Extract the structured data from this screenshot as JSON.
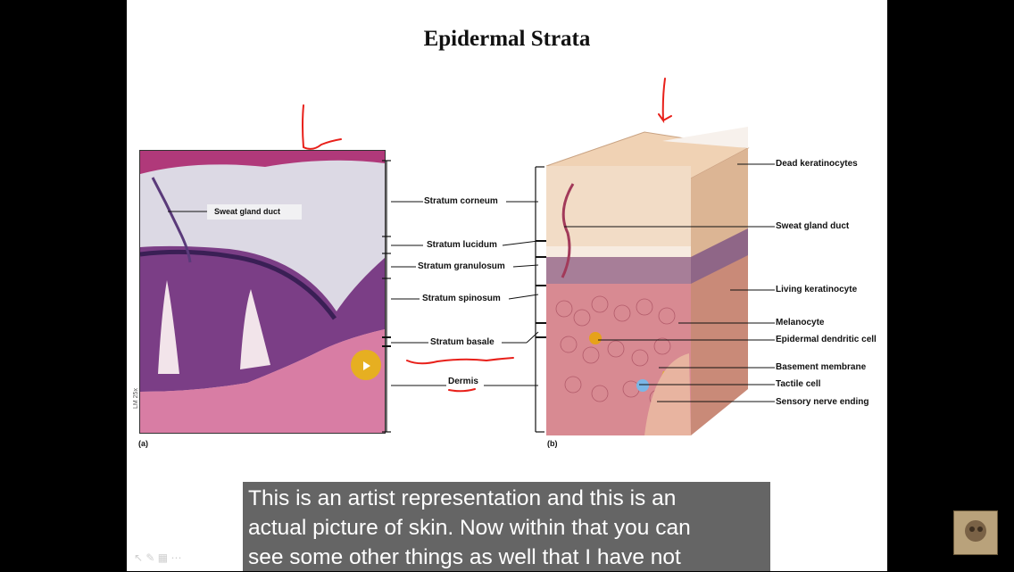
{
  "slide": {
    "title": "Epidermal Strata",
    "panel_a_label": "(a)",
    "panel_b_label": "(b)",
    "micrograph_note": "LM 25x",
    "sweat_gland_label": "Sweat gland duct",
    "strata_labels": [
      "Stratum corneum",
      "Stratum lucidum",
      "Stratum granulosum",
      "Stratum spinosum",
      "Stratum basale",
      "Dermis"
    ],
    "right_labels": [
      "Dead keratinocytes",
      "Sweat gland duct",
      "Living keratinocyte",
      "Melanocyte",
      "Epidermal dendritic cell",
      "Basement membrane",
      "Tactile cell",
      "Sensory nerve ending"
    ]
  },
  "caption": {
    "lines": [
      "This is an artist representation and this is an",
      "actual picture of skin. Now within that you can",
      "see some other things as well that I have not"
    ]
  },
  "colors": {
    "annotation": "#e8201a",
    "caption_bg": "#505050"
  }
}
